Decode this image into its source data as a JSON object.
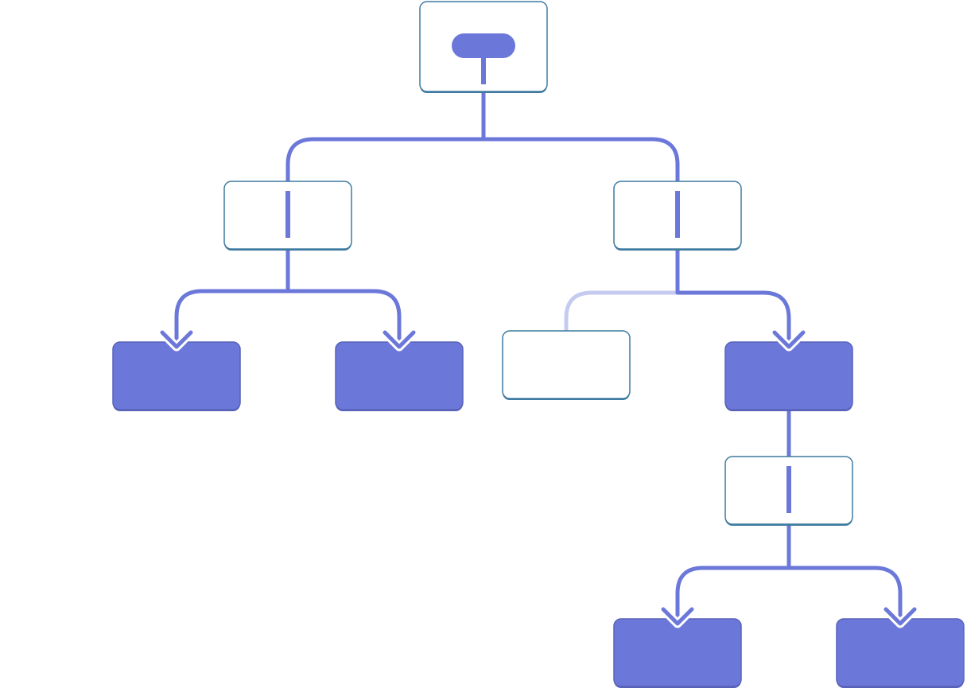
{
  "colors": {
    "accent": "#6c78d9",
    "accent_faded": "#c5cbf0",
    "node_border": "#3f7aa0",
    "filled_border": "#5862b8",
    "background": "#ffffff"
  },
  "tree": {
    "nodes": [
      {
        "id": "root",
        "kind": "root"
      },
      {
        "id": "mid-left",
        "kind": "outline"
      },
      {
        "id": "mid-right",
        "kind": "outline"
      },
      {
        "id": "leaf-1",
        "kind": "filled"
      },
      {
        "id": "leaf-2",
        "kind": "filled"
      },
      {
        "id": "inactive",
        "kind": "outline"
      },
      {
        "id": "leaf-3",
        "kind": "filled"
      },
      {
        "id": "sub",
        "kind": "outline"
      },
      {
        "id": "leaf-4",
        "kind": "filled"
      },
      {
        "id": "leaf-5",
        "kind": "filled"
      }
    ],
    "edges": [
      {
        "from": "root",
        "to": "mid-left",
        "style": "solid"
      },
      {
        "from": "root",
        "to": "mid-right",
        "style": "solid"
      },
      {
        "from": "mid-left",
        "to": "leaf-1",
        "style": "arrow"
      },
      {
        "from": "mid-left",
        "to": "leaf-2",
        "style": "arrow"
      },
      {
        "from": "mid-right",
        "to": "inactive",
        "style": "faded"
      },
      {
        "from": "mid-right",
        "to": "leaf-3",
        "style": "arrow"
      },
      {
        "from": "leaf-3",
        "to": "sub",
        "style": "solid"
      },
      {
        "from": "sub",
        "to": "leaf-4",
        "style": "arrow"
      },
      {
        "from": "sub",
        "to": "leaf-5",
        "style": "arrow"
      }
    ]
  }
}
